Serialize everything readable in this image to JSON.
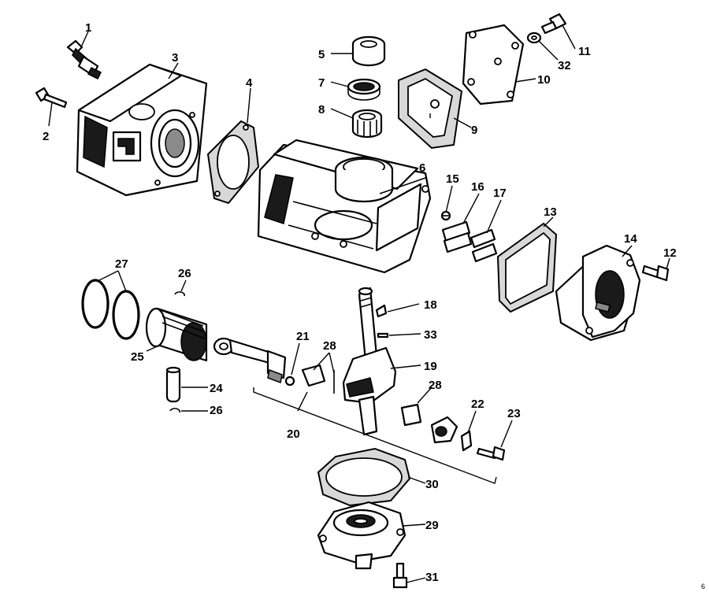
{
  "callouts": [
    {
      "id": "1",
      "text": "1"
    },
    {
      "id": "2",
      "text": "2"
    },
    {
      "id": "3",
      "text": "3"
    },
    {
      "id": "4",
      "text": "4"
    },
    {
      "id": "5",
      "text": "5"
    },
    {
      "id": "6",
      "text": "6"
    },
    {
      "id": "7",
      "text": "7"
    },
    {
      "id": "8",
      "text": "8"
    },
    {
      "id": "9",
      "text": "9"
    },
    {
      "id": "10",
      "text": "10"
    },
    {
      "id": "11",
      "text": "11"
    },
    {
      "id": "12",
      "text": "12"
    },
    {
      "id": "13",
      "text": "13"
    },
    {
      "id": "14",
      "text": "14"
    },
    {
      "id": "15",
      "text": "15"
    },
    {
      "id": "16",
      "text": "16"
    },
    {
      "id": "17",
      "text": "17"
    },
    {
      "id": "18",
      "text": "18"
    },
    {
      "id": "19",
      "text": "19"
    },
    {
      "id": "20",
      "text": "20"
    },
    {
      "id": "21",
      "text": "21"
    },
    {
      "id": "22",
      "text": "22"
    },
    {
      "id": "23",
      "text": "23"
    },
    {
      "id": "24",
      "text": "24"
    },
    {
      "id": "25",
      "text": "25"
    },
    {
      "id": "26a",
      "text": "26"
    },
    {
      "id": "26b",
      "text": "26"
    },
    {
      "id": "27",
      "text": "27"
    },
    {
      "id": "28a",
      "text": "28"
    },
    {
      "id": "28b",
      "text": "28"
    },
    {
      "id": "29",
      "text": "29"
    },
    {
      "id": "30",
      "text": "30"
    },
    {
      "id": "31",
      "text": "31"
    },
    {
      "id": "32",
      "text": "32"
    },
    {
      "id": "33",
      "text": "33"
    }
  ],
  "corner_mark": "6"
}
